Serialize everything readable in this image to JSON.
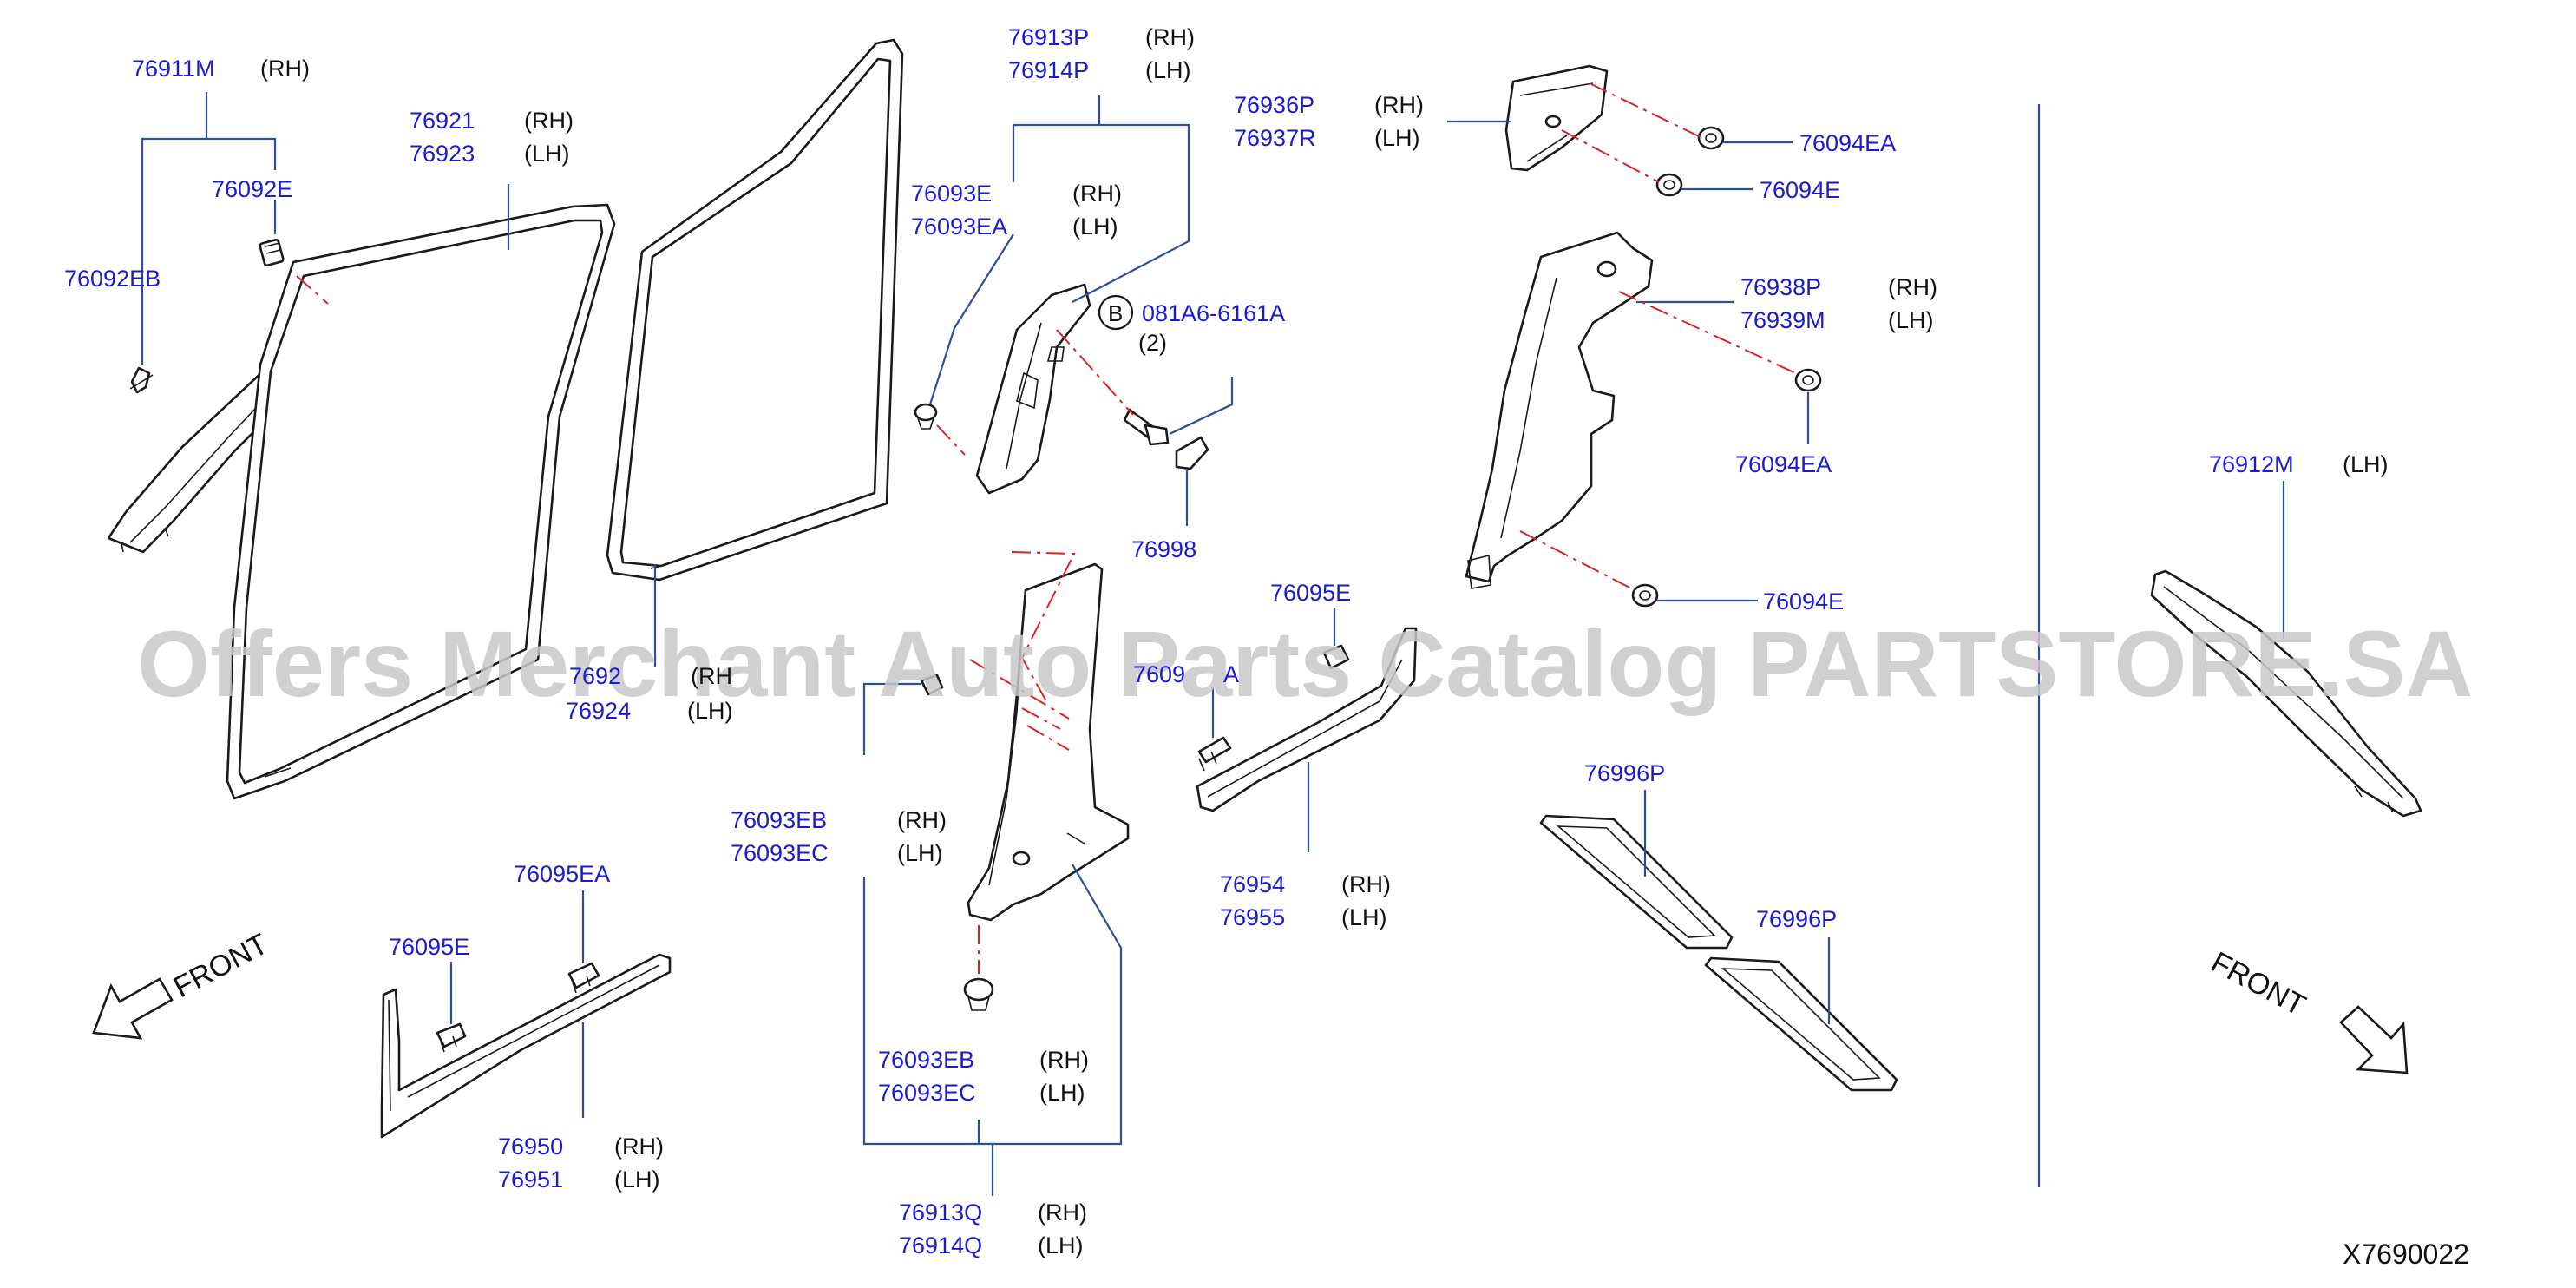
{
  "callouts": {
    "p76911m": "76911M",
    "p76911m_side": "(RH)",
    "p76092e": "76092E",
    "p76092eb": "76092EB",
    "p76921": "76921",
    "p76921_side": "(RH)",
    "p76923": "76923",
    "p76923_side": "(LH)",
    "p76922": "7692",
    "p76922_side": "(RH",
    "p76924": "76924",
    "p76924_side": "(LH)",
    "p76913p": "76913P",
    "p76913p_side": "(RH)",
    "p76914p": "76914P",
    "p76914p_side": "(LH)",
    "p76093e": "76093E",
    "p76093e_side": "(RH)",
    "p76093ea": "76093EA",
    "p76093ea_side": "(LH)",
    "bolt_marker": "B",
    "p081a6": "081A6-6161A",
    "p081a6_qty": "(2)",
    "p76998": "76998",
    "p76936p": "76936P",
    "p76936p_side": "(RH)",
    "p76937r": "76937R",
    "p76937r_side": "(LH)",
    "p76094ea_top": "76094EA",
    "p76094e_top": "76094E",
    "p76938p": "76938P",
    "p76938p_side": "(RH)",
    "p76939m": "76939M",
    "p76939m_side": "(LH)",
    "p76094ea_mid": "76094EA",
    "p76094e_mid": "76094E",
    "p76095e_right": "76095E",
    "p76095ea_right": "7609",
    "p76095ea_right_tail": "A",
    "p76954": "76954",
    "p76954_side": "(RH)",
    "p76955": "76955",
    "p76955_side": "(LH)",
    "p76093eb_top": "76093EB",
    "p76093eb_top_side": "(RH)",
    "p76093ec_top": "76093EC",
    "p76093ec_top_side": "(LH)",
    "p76093eb_bot": "76093EB",
    "p76093eb_bot_side": "(RH)",
    "p76093ec_bot": "76093EC",
    "p76093ec_bot_side": "(LH)",
    "p76913q": "76913Q",
    "p76913q_side": "(RH)",
    "p76914q": "76914Q",
    "p76914q_side": "(LH)",
    "p76095ea_left": "76095EA",
    "p76095e_left": "76095E",
    "p76950": "76950",
    "p76950_side": "(RH)",
    "p76951": "76951",
    "p76951_side": "(LH)",
    "p76996p_a": "76996P",
    "p76996p_b": "76996P",
    "p76912m": "76912M",
    "p76912m_side": "(LH)"
  },
  "front_left": "FRONT",
  "front_right": "FRONT",
  "diagram_code": "X7690022",
  "watermark": "Offers Merchant Auto Parts Catalog PARTSTORE.SA",
  "colors": {
    "part_number": "#1a1ad6",
    "leader_line": "#2b4ea0",
    "dash_line": "#e02020",
    "outline": "#1a1a1a",
    "watermark": "#c8c8c8"
  }
}
